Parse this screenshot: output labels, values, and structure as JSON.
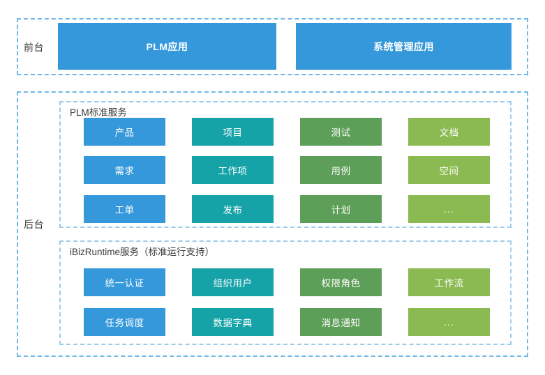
{
  "diagram": {
    "tiers": [
      {
        "id": "front",
        "label": "前台",
        "apps": [
          {
            "label": "PLM应用",
            "color": "#3498db"
          },
          {
            "label": "系统管理应用",
            "color": "#3498db"
          }
        ]
      },
      {
        "id": "back",
        "label": "后台",
        "groups": [
          {
            "id": "plm",
            "title": "PLM标准服务",
            "rows": [
              [
                {
                  "label": "产品",
                  "color": "#3498db"
                },
                {
                  "label": "项目",
                  "color": "#16a3a8"
                },
                {
                  "label": "测试",
                  "color": "#5d9e58"
                },
                {
                  "label": "文档",
                  "color": "#8cba52"
                }
              ],
              [
                {
                  "label": "需求",
                  "color": "#3498db"
                },
                {
                  "label": "工作项",
                  "color": "#16a3a8"
                },
                {
                  "label": "用例",
                  "color": "#5d9e58"
                },
                {
                  "label": "空间",
                  "color": "#8cba52"
                }
              ],
              [
                {
                  "label": "工单",
                  "color": "#3498db"
                },
                {
                  "label": "发布",
                  "color": "#16a3a8"
                },
                {
                  "label": "计划",
                  "color": "#5d9e58"
                },
                {
                  "label": "...",
                  "color": "#8cba52"
                }
              ]
            ]
          },
          {
            "id": "runtime",
            "title": "iBizRuntime服务（标准运行支持）",
            "rows": [
              [
                {
                  "label": "统一认证",
                  "color": "#3498db"
                },
                {
                  "label": "组织用户",
                  "color": "#16a3a8"
                },
                {
                  "label": "权限角色",
                  "color": "#5d9e58"
                },
                {
                  "label": "工作流",
                  "color": "#8cba52"
                }
              ],
              [
                {
                  "label": "任务调度",
                  "color": "#3498db"
                },
                {
                  "label": "数据字典",
                  "color": "#16a3a8"
                },
                {
                  "label": "消息通知",
                  "color": "#5d9e58"
                },
                {
                  "label": "...",
                  "color": "#8cba52"
                }
              ]
            ]
          }
        ]
      }
    ],
    "palette": {
      "blue": "#3498db",
      "teal": "#16a3a8",
      "green_dark": "#5d9e58",
      "green_light": "#8cba52",
      "dashed_border_outer": "#6fb7e8",
      "dashed_border_inner": "#9ccbea",
      "background": "#ffffff",
      "text_dark": "#3a3a3a",
      "text_light": "#ffffff"
    }
  }
}
